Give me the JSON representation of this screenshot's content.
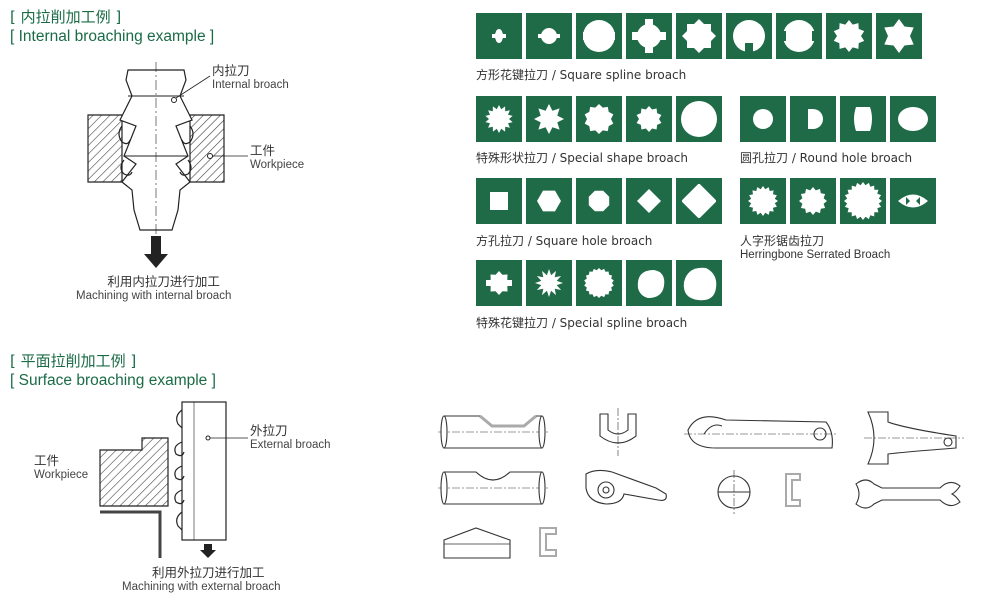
{
  "internal": {
    "title_zh": "[ 内拉削加工例 ]",
    "title_en": "[ Internal broaching example ]",
    "broach_zh": "内拉刀",
    "broach_en": "Internal broach",
    "workpiece_zh": "工件",
    "workpiece_en": "Workpiece",
    "caption_zh": "利用内拉刀进行加工",
    "caption_en": "Machining with internal broach"
  },
  "surface": {
    "title_zh": "[ 平面拉削加工例 ]",
    "title_en": "[ Surface broaching example ]",
    "broach_zh": "外拉刀",
    "broach_en": "External broach",
    "workpiece_zh": "工件",
    "workpiece_en": "Workpiece",
    "caption_zh": "利用外拉刀进行加工",
    "caption_en": "Machining with external broach"
  },
  "groups": [
    {
      "id": "square-spline",
      "caption": "方形花键拉刀 / Square spline broach",
      "tiles": [
        "keyed-small",
        "keyed-round",
        "spline-large",
        "spline-cross",
        "spline-gear",
        "key-slot",
        "double-flat",
        "spline-fine",
        "star-six"
      ]
    },
    {
      "id": "special-shape",
      "caption": "特殊形状拉刀 / Special shape broach",
      "tiles": [
        "serrated",
        "star-eight",
        "scallop",
        "gear-small",
        "round-large"
      ]
    },
    {
      "id": "round-hole",
      "caption": "圆孔拉刀 / Round hole broach",
      "tiles": [
        "circle",
        "d-shape",
        "flat-round",
        "oval"
      ]
    },
    {
      "id": "square-hole",
      "caption": "方孔拉刀 / Square hole broach",
      "tiles": [
        "square",
        "hexagon",
        "octagon",
        "diamond",
        "rounded-diamond"
      ]
    },
    {
      "id": "herringbone",
      "caption_zh": "人字形锯齿拉刀",
      "caption_en": "Herringbone Serrated Broach",
      "tiles": [
        "serrated-fine",
        "scallop-medium",
        "serrated-large",
        "lens-notched"
      ]
    },
    {
      "id": "special-spline",
      "caption": "特殊花键拉刀 / Special spline broach",
      "tiles": [
        "spline-flat",
        "star-twelve",
        "serrated-round",
        "irregular-a",
        "irregular-b"
      ]
    }
  ],
  "colors": {
    "brand_green": "#1a6b45",
    "tile_green": "#1f6b48"
  }
}
